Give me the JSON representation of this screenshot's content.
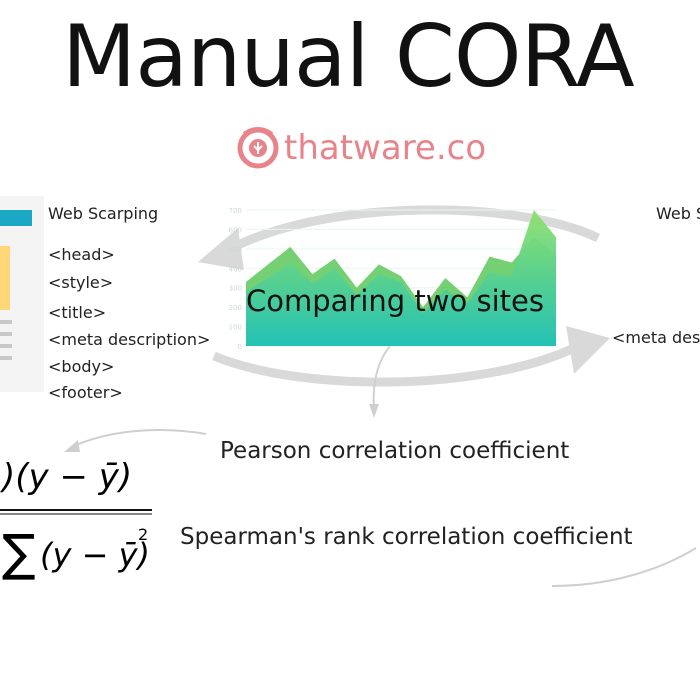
{
  "header": {
    "title": "Manual CORA",
    "brand": "thatware.co",
    "brand_color": "#e9838a"
  },
  "left_site": {
    "label": "Web Scarping",
    "tags": [
      "<head>",
      "<style>",
      "<title>",
      "<meta description>",
      "<body>",
      "<footer>"
    ]
  },
  "right_site": {
    "label": "Web S",
    "tag": "<meta desc"
  },
  "chart_data": {
    "type": "area",
    "title": "Comparing two sites",
    "yticks": [
      "0",
      "100",
      "200",
      "300",
      "400",
      "500",
      "600",
      "700"
    ],
    "ylim": [
      0,
      700
    ],
    "series": [
      {
        "values": [
          330,
          420,
          510,
          370,
          450,
          300,
          420,
          360,
          200,
          350,
          250,
          460,
          430,
          560,
          470
        ],
        "color": "#5cc85a"
      },
      {
        "values": [
          280,
          350,
          430,
          320,
          400,
          260,
          370,
          330,
          170,
          290,
          220,
          380,
          360,
          700,
          560
        ],
        "color": "#7bd97a"
      }
    ],
    "fill_gradient": [
      "#8fe06a",
      "#1fc1b8"
    ]
  },
  "formula": {
    "numerator": ")(y − ȳ)",
    "denominator_sigma": "∑",
    "denominator_body": "(y − ȳ)",
    "exponent": "2"
  },
  "captions": {
    "pearson": "Pearson correlation coefficient",
    "spearman": "Spearman's rank correlation coefficient"
  },
  "colors": {
    "arrow": "#d9d9d9",
    "page_accent": "#1aa8c4",
    "page_block": "#ffd776"
  }
}
